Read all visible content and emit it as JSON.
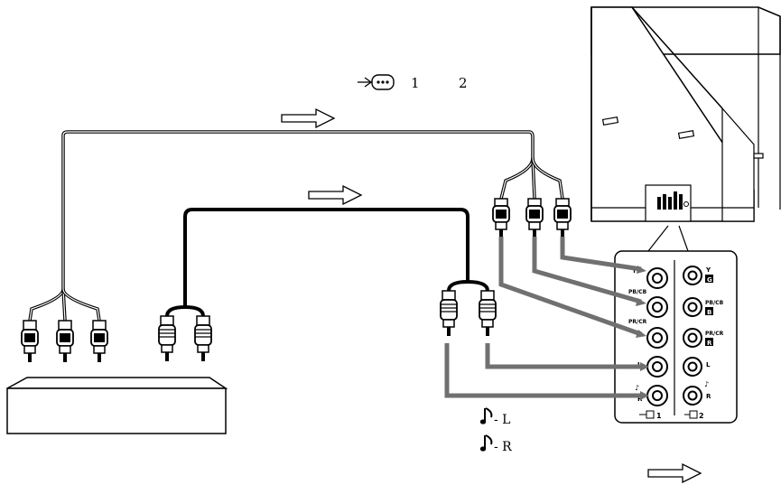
{
  "input_header": {
    "icon": "input-arrow-icon",
    "num1": "1",
    "num2": "2"
  },
  "audio_legend": {
    "left": "- L",
    "right": "- R",
    "icon": "music-note-icon"
  },
  "panel": {
    "input1": {
      "y": "Y",
      "pb": "PB/CB",
      "pr": "PR/CR",
      "l": "L",
      "r": "R",
      "audio_sym": "♪",
      "number": "1"
    },
    "input2": {
      "y": "Y",
      "g": "G",
      "pb": "PB/CB",
      "b": "B",
      "pr": "PR/CR",
      "rr": "R",
      "l": "L",
      "r": "R",
      "audio_sym": "♪",
      "number": "2"
    }
  },
  "colors": {
    "line": "#000000",
    "gray_cable": "#707070",
    "white": "#ffffff"
  }
}
